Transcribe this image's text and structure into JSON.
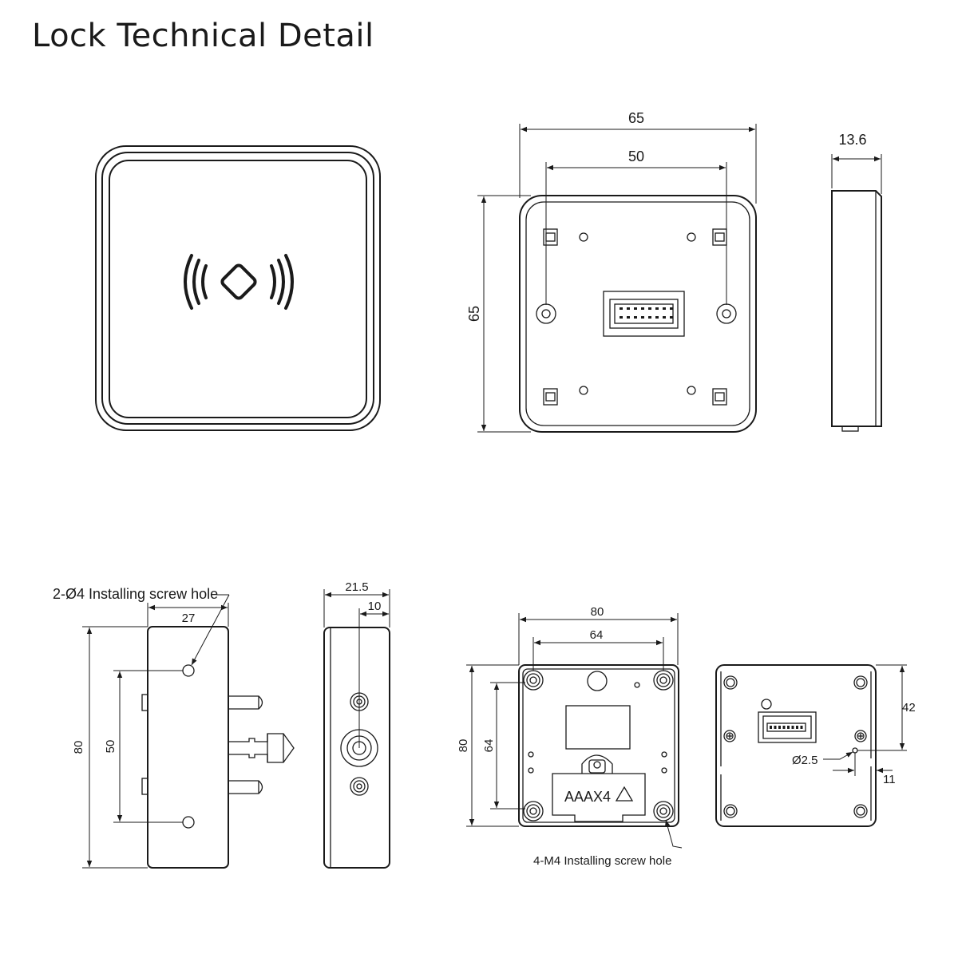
{
  "title": "Lock Technical Detail",
  "reader_back": {
    "width": "65",
    "hole_spacing": "50",
    "height": "65"
  },
  "reader_side": {
    "depth": "13.6"
  },
  "lock_side": {
    "screw_hole_note": "2-Ø4 Installing screw hole",
    "width": "27",
    "height": "80",
    "hole_spacing": "50"
  },
  "lock_end": {
    "depth": "21.5",
    "offset": "10"
  },
  "lock_back": {
    "width": "80",
    "hole_spacing_x": "64",
    "height": "80",
    "hole_spacing_y": "64",
    "label": "AAAX4",
    "screw_hole_note": "4-M4 Installing screw hole"
  },
  "lock_front": {
    "offset_y": "42",
    "hole_diameter": "Ø2.5",
    "offset_x": "11"
  }
}
